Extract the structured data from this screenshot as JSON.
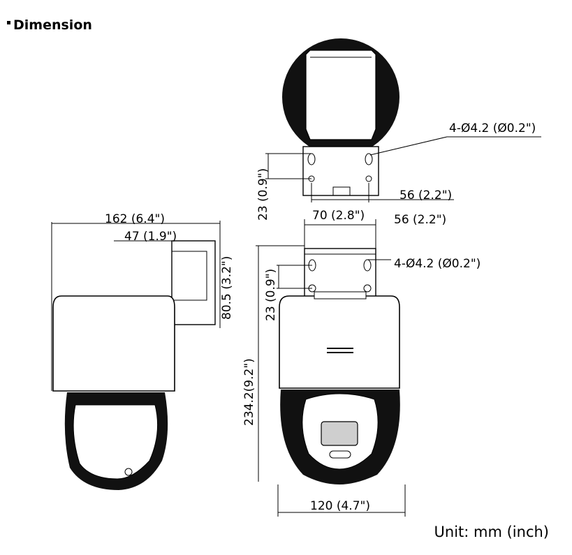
{
  "title": "Dimension",
  "unit_note": "Unit: mm (inch)",
  "dimensions": {
    "top_holes": "4-Ø4.2 (Ø0.2\")",
    "top_spacing_v": "23 (0.9\")",
    "top_spacing_h": "56 (2.2\")",
    "side_total_width": "162 (6.4\")",
    "side_bracket_offset": "47 (1.9\")",
    "side_bracket_height": "80.5 (3.2\")",
    "front_bracket_width": "70 (2.8\")",
    "front_hole_spacing_h": "56 (2.2\")",
    "front_holes": "4-Ø4.2 (Ø0.2\")",
    "front_hole_spacing_v": "23 (0.9\")",
    "front_total_height": "234.2(9.2\")",
    "front_width": "120 (4.7\")"
  },
  "colors": {
    "body": "#ffffff",
    "dark_fill": "#111111",
    "lens_fill": "#cfcfcf"
  }
}
